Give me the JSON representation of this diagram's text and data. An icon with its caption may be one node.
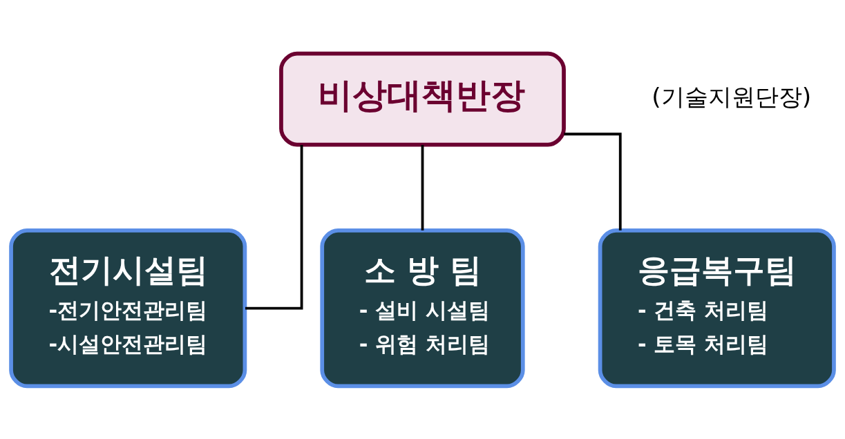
{
  "diagram": {
    "nodes": [
      {
        "text": [
          "비상대책반장"
        ],
        "beside": [
          "(기술지원단장)"
        ]
      },
      {
        "text": [
          "전기시설팀",
          "-전기안전관리팀",
          "-시설안전관리팀"
        ]
      },
      {
        "text": [
          "소 방 팀",
          "- 설비 시설팀",
          "- 위험 처리팀"
        ]
      },
      {
        "text": [
          "응급복구팀",
          "- 건축 처리팀",
          "- 토목 처리팀"
        ]
      }
    ],
    "edges": [
      {
        "from": 0,
        "to": 1,
        "arrow": "none"
      },
      {
        "from": 0,
        "to": 2,
        "arrow": "none"
      },
      {
        "from": 0,
        "to": 3,
        "arrow": "none"
      }
    ]
  }
}
